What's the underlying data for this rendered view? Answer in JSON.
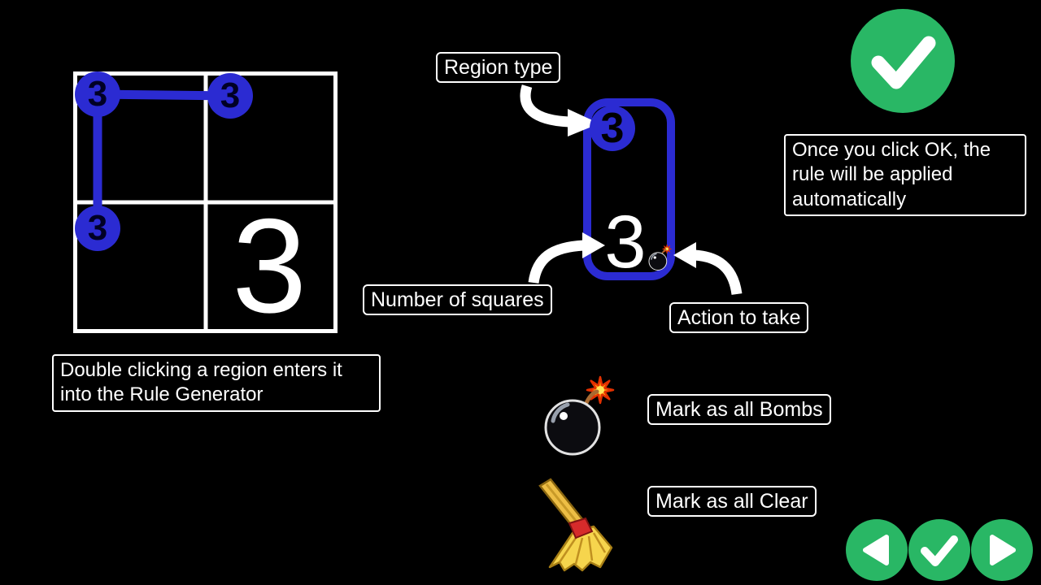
{
  "colors": {
    "background": "#000000",
    "accent_blue": "#2b2bd2",
    "success_green": "#29b765",
    "spark_orange": "#ff9410",
    "broom_gold": "#edbe45"
  },
  "grid_demo": {
    "cell_number": "3",
    "region_nodes": [
      "3",
      "3",
      "3"
    ],
    "caption": "Double clicking a region enters it into the Rule Generator"
  },
  "rule_generator": {
    "region_type_label": "Region type",
    "region_type_value": "3",
    "count_label": "Number of squares",
    "count_value": "3",
    "action_label": "Action to take",
    "ok_note": "Once you click OK, the rule will be applied automatically",
    "bombs_action_label": "Mark as all Bombs",
    "clear_action_label": "Mark as all Clear"
  },
  "icons": {
    "ok": "check-icon",
    "bombs_action": "bomb-icon",
    "clear_action": "broom-icon",
    "prev": "arrow-left-icon",
    "next": "arrow-right-icon"
  }
}
